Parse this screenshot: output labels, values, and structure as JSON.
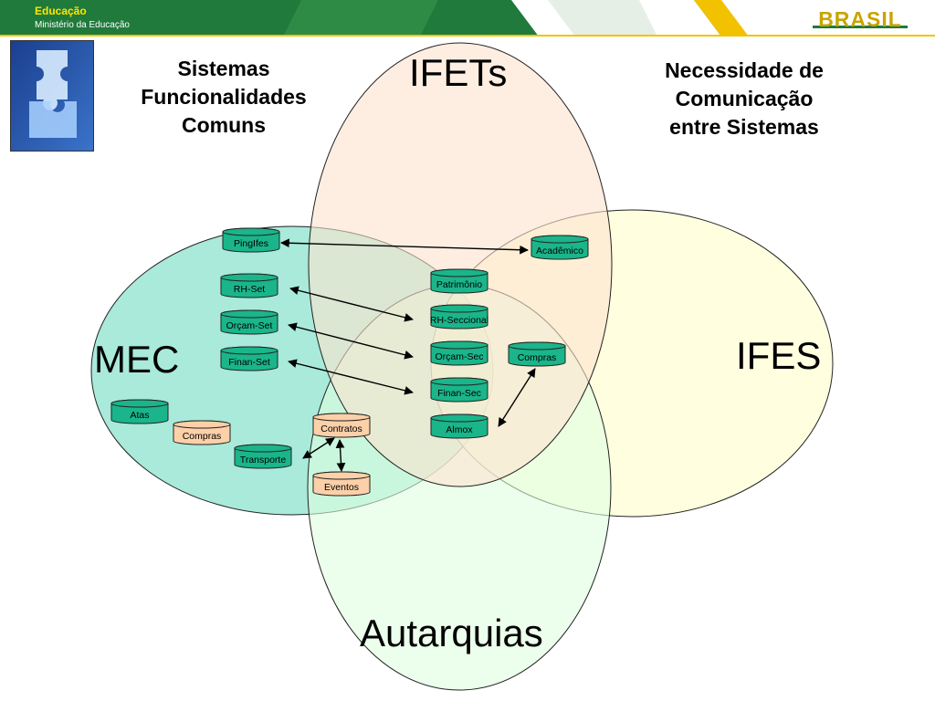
{
  "header": {
    "title": "Educação",
    "subtitle": "Ministério da Educação",
    "logo_text": "BRASIL"
  },
  "titles": {
    "left": [
      "Sistemas",
      "Funcionalidades",
      "Comuns"
    ],
    "right": [
      "Necessidade de",
      "Comunicação",
      "entre Sistemas"
    ]
  },
  "sets": {
    "ifets": "IFETs",
    "mec": "MEC",
    "ifes": "IFES",
    "autarquias": "Autarquias"
  },
  "colors": {
    "ifets": "#fde3cf",
    "mec": "#6fdcc2",
    "ifes": "#ffffcc",
    "autarquias": "#dfffdf",
    "db_green": "#1ab58a",
    "db_orange": "#fcd0a8",
    "header_green": "#1f7a3c",
    "header_yellow": "#f2c200"
  },
  "systems": [
    {
      "id": "pingifes",
      "label": "PingIfes",
      "fill": "green"
    },
    {
      "id": "rh-set",
      "label": "RH-Set",
      "fill": "green"
    },
    {
      "id": "orcam-set",
      "label": "Orçam-Set",
      "fill": "green"
    },
    {
      "id": "finan-set",
      "label": "Finan-Set",
      "fill": "green"
    },
    {
      "id": "atas",
      "label": "Atas",
      "fill": "green"
    },
    {
      "id": "compras-mec",
      "label": "Compras",
      "fill": "orange"
    },
    {
      "id": "transporte",
      "label": "Transporte",
      "fill": "green"
    },
    {
      "id": "contratos",
      "label": "Contratos",
      "fill": "orange"
    },
    {
      "id": "eventos",
      "label": "Eventos",
      "fill": "orange"
    },
    {
      "id": "patrimonio",
      "label": "Patrimônio",
      "fill": "green"
    },
    {
      "id": "rh-seccional",
      "label": "RH-Seccional",
      "fill": "green"
    },
    {
      "id": "orcam-sec",
      "label": "Orçam-Sec",
      "fill": "green"
    },
    {
      "id": "finan-sec",
      "label": "Finan-Sec",
      "fill": "green"
    },
    {
      "id": "almox",
      "label": "Almox",
      "fill": "green"
    },
    {
      "id": "compras-ifes",
      "label": "Compras",
      "fill": "green"
    },
    {
      "id": "academico",
      "label": "Acadêmico",
      "fill": "green"
    }
  ],
  "links": [
    {
      "from": "pingifes",
      "to": "academico"
    },
    {
      "from": "rh-set",
      "to": "rh-seccional"
    },
    {
      "from": "orcam-set",
      "to": "orcam-sec"
    },
    {
      "from": "finan-set",
      "to": "finan-sec"
    },
    {
      "from": "compras-ifes",
      "to": "almox"
    },
    {
      "from": "contratos",
      "to": "transporte"
    },
    {
      "from": "contratos",
      "to": "eventos"
    }
  ]
}
